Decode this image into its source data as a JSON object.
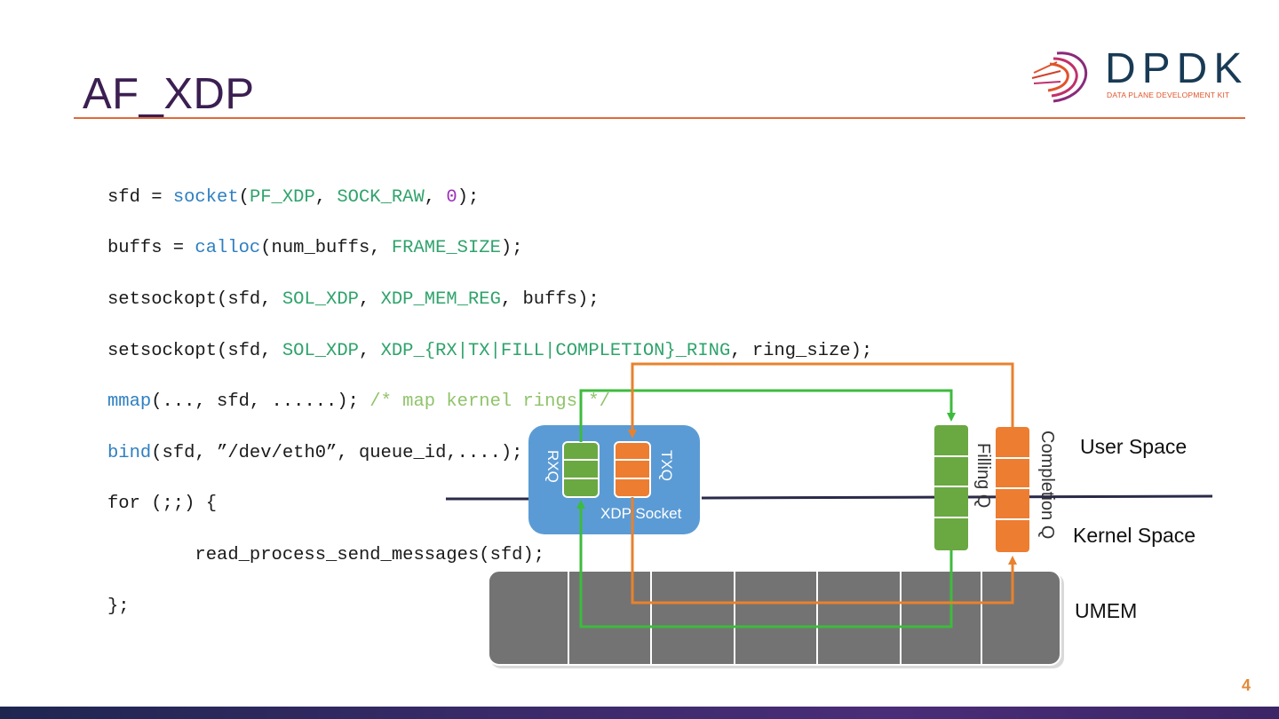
{
  "slide": {
    "title": "AF_XDP",
    "page_number": "4"
  },
  "logo": {
    "word": "DPDK",
    "subtitle": "DATA PLANE DEVELOPMENT KIT"
  },
  "code": {
    "line1": {
      "a": "sfd = ",
      "b": "socket",
      "c": "(",
      "d": "PF_XDP",
      "e": ", ",
      "f": "SOCK_RAW",
      "g": ", ",
      "h": "0",
      "i": ");"
    },
    "line2": {
      "a": "buffs = ",
      "b": "calloc",
      "c": "(num_buffs, ",
      "d": "FRAME_SIZE",
      "e": ");"
    },
    "line3": {
      "a": "setsockopt(sfd, ",
      "b": "SOL_XDP",
      "c": ", ",
      "d": "XDP_MEM_REG",
      "e": ", buffs);"
    },
    "line4": {
      "a": "setsockopt(sfd, ",
      "b": "SOL_XDP",
      "c": ", ",
      "d": "XDP_{RX|TX|FILL|COMPLETION}_RING",
      "e": ", ring_size);"
    },
    "line5": {
      "a": "mmap",
      "b": "(..., sfd, ......); ",
      "c": "/* map kernel rings */"
    },
    "line6": {
      "a": "bind",
      "b": "(sfd, ”/dev/eth0”, queue_id,....);"
    },
    "line7": "for (;;) {",
    "line8": "        read_process_send_messages(sfd);",
    "line9": "};"
  },
  "diagram": {
    "rxq_label": "RXQ",
    "txq_label": "TXQ",
    "socket_label": "XDP Socket",
    "fill_q_label": "Filling Q",
    "completion_q_label": "Completion Q",
    "user_space_label": "User Space",
    "kernel_space_label": "Kernel Space",
    "umem_label": "UMEM",
    "colors": {
      "green": "#3dbb3d",
      "orange": "#e8822e",
      "queue_green": "#6aa842",
      "queue_orange": "#ed7d31",
      "socket_blue": "#5b9bd5",
      "umem_gray": "#737373",
      "divider": "#2a2a4a"
    }
  }
}
